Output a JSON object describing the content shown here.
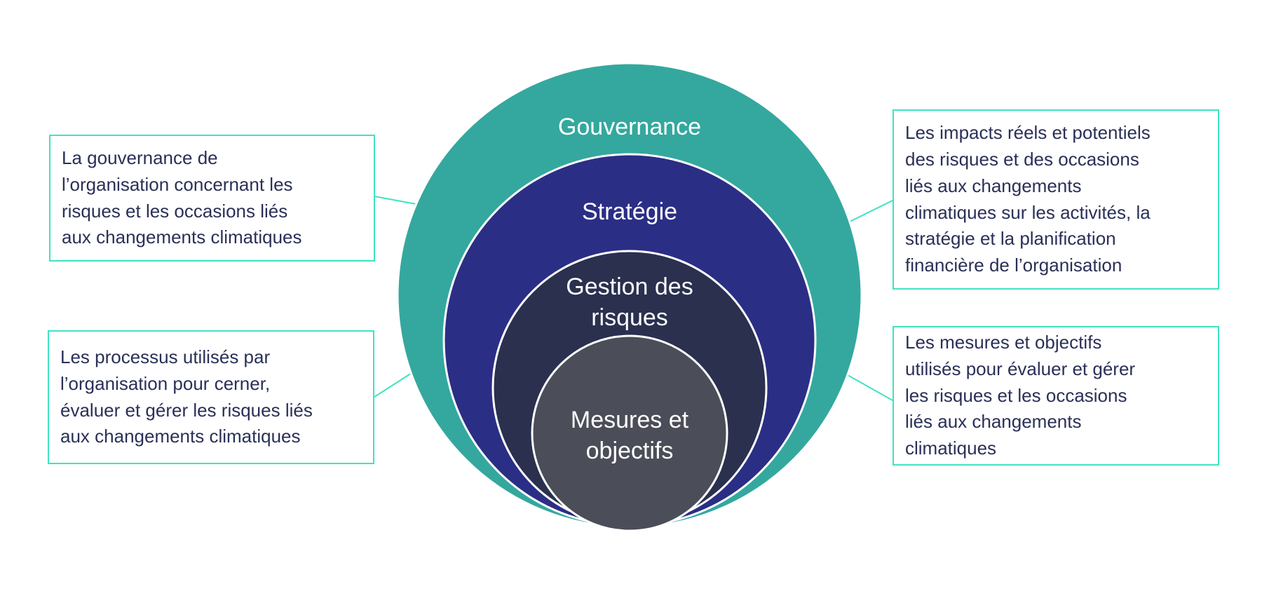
{
  "colors": {
    "accent": "#3FE3C1",
    "text": "#2A3057",
    "ring_outline": "#FFFFFF",
    "ring_label_text": "#FFFFFF"
  },
  "diagram": {
    "rings": [
      {
        "label": "Gouvernance",
        "color": "#34A89E"
      },
      {
        "label": "Stratégie",
        "color": "#2B2E85"
      },
      {
        "label": "Gestion des\nrisques",
        "color": "#2A304E"
      },
      {
        "label": "Mesures et\nobjectifs",
        "color": "#4B4E58"
      }
    ]
  },
  "callouts": [
    {
      "id": "gouvernance",
      "text": "La gouvernance de\nl’organisation concernant les\nrisques et les occasions liés\naux changements climatiques"
    },
    {
      "id": "strategie",
      "text": "Les impacts réels et potentiels\ndes risques et des occasions\nliés aux changements\nclimatiques sur les activités, la\nstratégie et la planification\nfinancière de l’organisation"
    },
    {
      "id": "gestion-des-risques",
      "text": "Les processus utilisés par\nl’organisation pour cerner,\névaluer et gérer les risques liés\naux changements climatiques"
    },
    {
      "id": "mesures-et-objectifs",
      "text": "Les mesures et objectifs\nutilisés pour évaluer et gérer\nles risques et les occasions\nliés aux changements\nclimatiques"
    }
  ]
}
